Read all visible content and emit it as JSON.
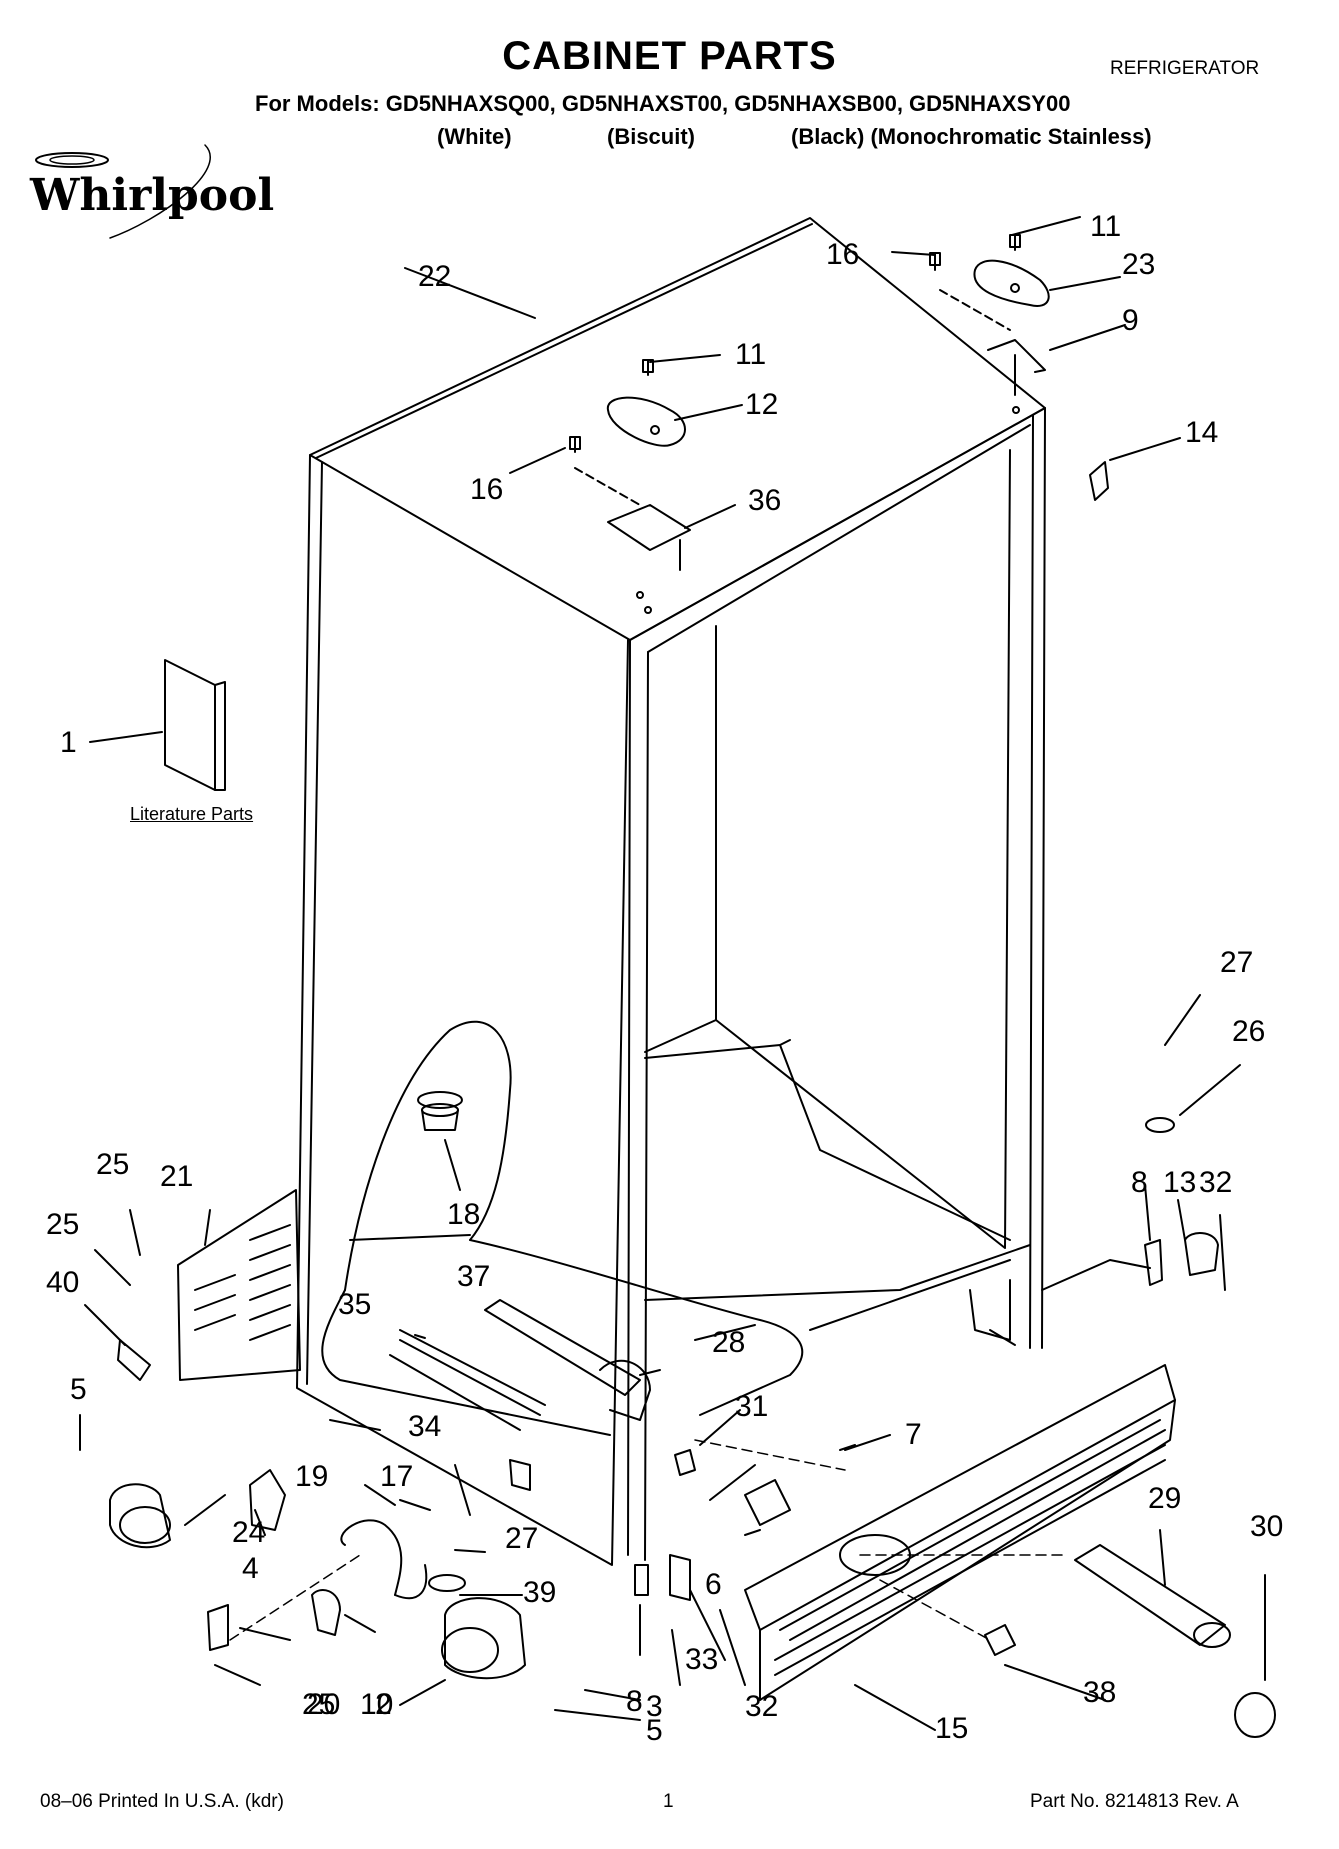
{
  "header": {
    "title": "CABINET PARTS",
    "category": "REFRIGERATOR",
    "models_line": "For Models: GD5NHAXSQ00, GD5NHAXST00, GD5NHAXSB00, GD5NHAXSY00",
    "colors": [
      "(White)",
      "(Biscuit)",
      "(Black) (Monochromatic Stainless)"
    ]
  },
  "brand": {
    "logo_text": "Whirlpool"
  },
  "diagram": {
    "literature_label": "Literature Parts",
    "callouts": [
      "1",
      "2",
      "3",
      "4",
      "5",
      "5",
      "6",
      "7",
      "8",
      "8",
      "9",
      "10",
      "11",
      "11",
      "12",
      "13",
      "14",
      "15",
      "16",
      "16",
      "17",
      "18",
      "19",
      "20",
      "21",
      "22",
      "23",
      "24",
      "25",
      "25",
      "25",
      "26",
      "27",
      "27",
      "28",
      "29",
      "30",
      "31",
      "32",
      "32",
      "33",
      "34",
      "35",
      "36",
      "37",
      "38",
      "39",
      "40"
    ]
  },
  "footer": {
    "printed": "08–06 Printed In U.S.A. (kdr)",
    "page": "1",
    "part_no": "Part No. 8214813 Rev. A"
  },
  "colors": {
    "ink": "#000000",
    "paper": "#ffffff"
  }
}
